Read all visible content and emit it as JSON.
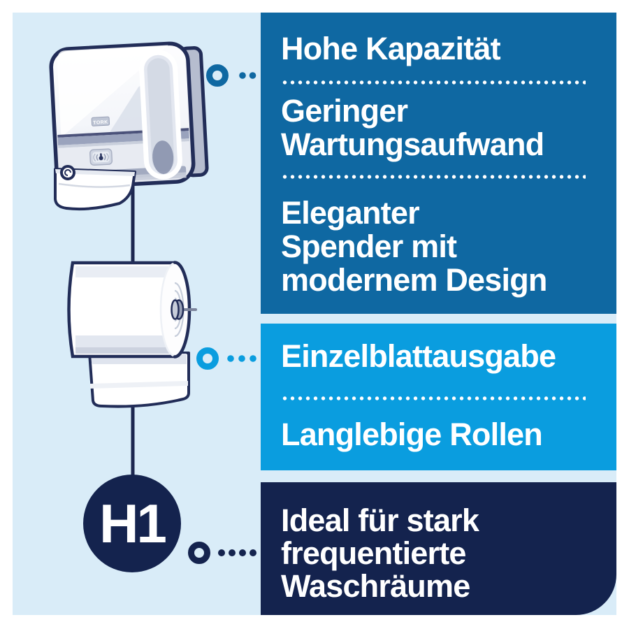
{
  "brand_logo": "TORK",
  "system_badge": "H1",
  "colors": {
    "canvas_bg": "#d9ecf8",
    "panel_blue": "#0f68a2",
    "panel_cyan": "#0a9ddf",
    "panel_navy": "#14234e",
    "illustration_outline": "#222d58",
    "text": "#ffffff"
  },
  "panels": {
    "dispenser": {
      "items": [
        "Hohe Kapazität",
        "Geringer\nWartungsaufwand",
        "Eleganter\nSpender mit\nmodernem Design"
      ]
    },
    "refill": {
      "items": [
        "Einzelblattausgabe",
        "Langlebige Rollen"
      ]
    },
    "usage": {
      "items": [
        "Ideal für stark\nfrequentierte\nWaschräume"
      ]
    }
  }
}
